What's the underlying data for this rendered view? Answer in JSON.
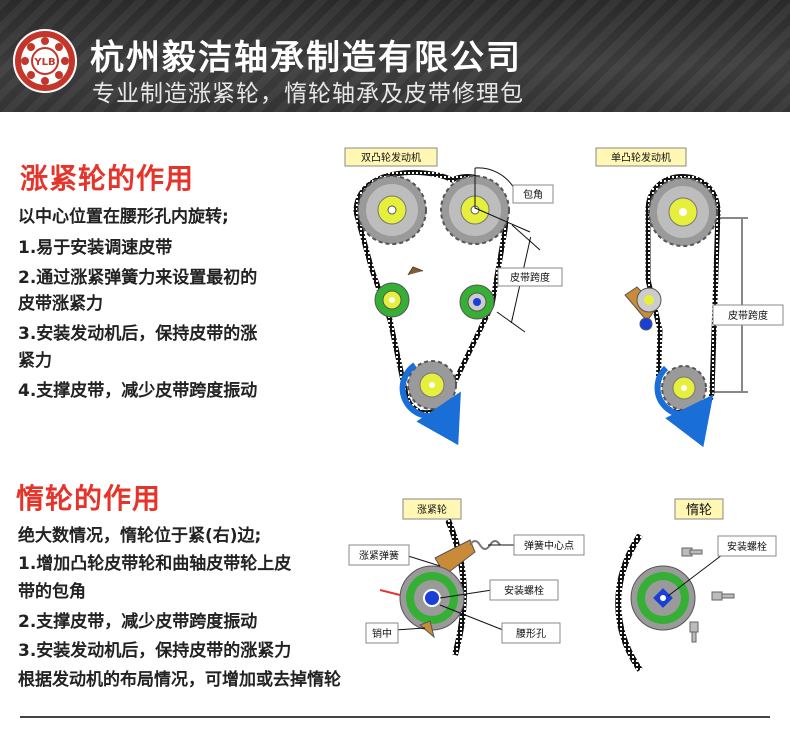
{
  "header": {
    "logo_text": "YLB",
    "company": "杭州毅洁轴承制造有限公司",
    "slogan": "专业制造涨紧轮，惰轮轴承及皮带修理包"
  },
  "tensioner": {
    "title": "涨紧轮的作用",
    "lines": [
      "以中心位置在腰形孔内旋转;",
      "1.易于安装调速皮带",
      "2.通过涨紧弹簧力来设置最初的",
      "皮带涨紧力",
      "3.安装发动机后，保持皮带的涨",
      "紧力",
      "4.支撑皮带，减少皮带跨度振动"
    ]
  },
  "idler": {
    "title": "惰轮的作用",
    "lines": [
      "绝大数情况，惰轮位于紧(右)边;",
      "1.增加凸轮皮带轮和曲轴皮带轮上皮",
      "带的包角",
      "2.支撑皮带，减少皮带跨度振动",
      "3.安装发动机后，保持皮带的涨紧力",
      "根据发动机的布局情况，可增加或去掉惰轮"
    ]
  },
  "diagrams": {
    "double_cam": {
      "tag": "双凸轮发动机",
      "wrap_angle": "包角",
      "belt_span": "皮带跨度"
    },
    "single_cam": {
      "tag": "单凸轮发动机",
      "belt_span": "皮带跨度"
    },
    "tensioner_detail": {
      "tag": "涨紧轮",
      "spring": "涨紧弹簧",
      "spring_center": "弹簧中心点",
      "bolt": "安装螺栓",
      "pin": "销中",
      "slot": "腰形孔"
    },
    "idler_detail": {
      "tag": "惰轮",
      "bolt": "安装螺栓"
    }
  },
  "colors": {
    "accent_red": "#e5352b",
    "label_yellow": "#fff7b3",
    "gear_yellow": "#e6f03c",
    "gear_green": "#35b035",
    "arrow_blue": "#1a6ed8"
  }
}
